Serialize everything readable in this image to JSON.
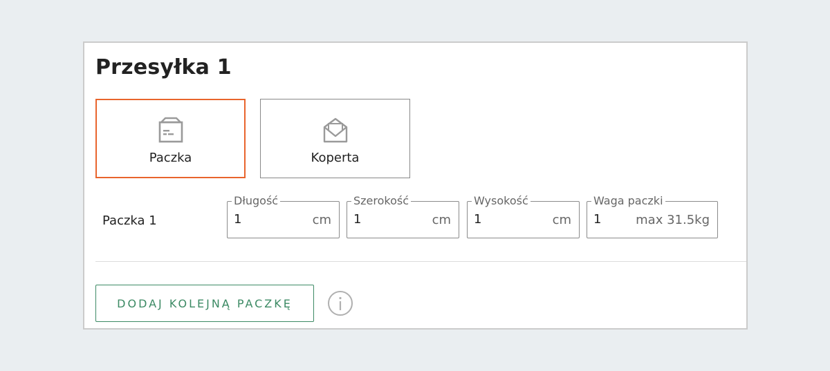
{
  "shipment": {
    "title": "Przesyłka 1",
    "types": [
      {
        "label": "Paczka",
        "icon": "package-icon",
        "selected": true
      },
      {
        "label": "Koperta",
        "icon": "envelope-icon",
        "selected": false
      }
    ],
    "parcel": {
      "label": "Paczka 1",
      "fields": [
        {
          "legend": "Długość",
          "value": "1",
          "unit": "cm"
        },
        {
          "legend": "Szerokość",
          "value": "1",
          "unit": "cm"
        },
        {
          "legend": "Wysokość",
          "value": "1",
          "unit": "cm"
        },
        {
          "legend": "Waga paczki",
          "value": "1",
          "unit": "max 31.5kg"
        }
      ]
    },
    "add_button_label": "DODAJ KOLEJNĄ PACZKĘ",
    "info_icon": "info-icon"
  },
  "colors": {
    "selected_border": "#e8642c",
    "accent_green": "#3c8a64",
    "background": "#eaeef1"
  }
}
